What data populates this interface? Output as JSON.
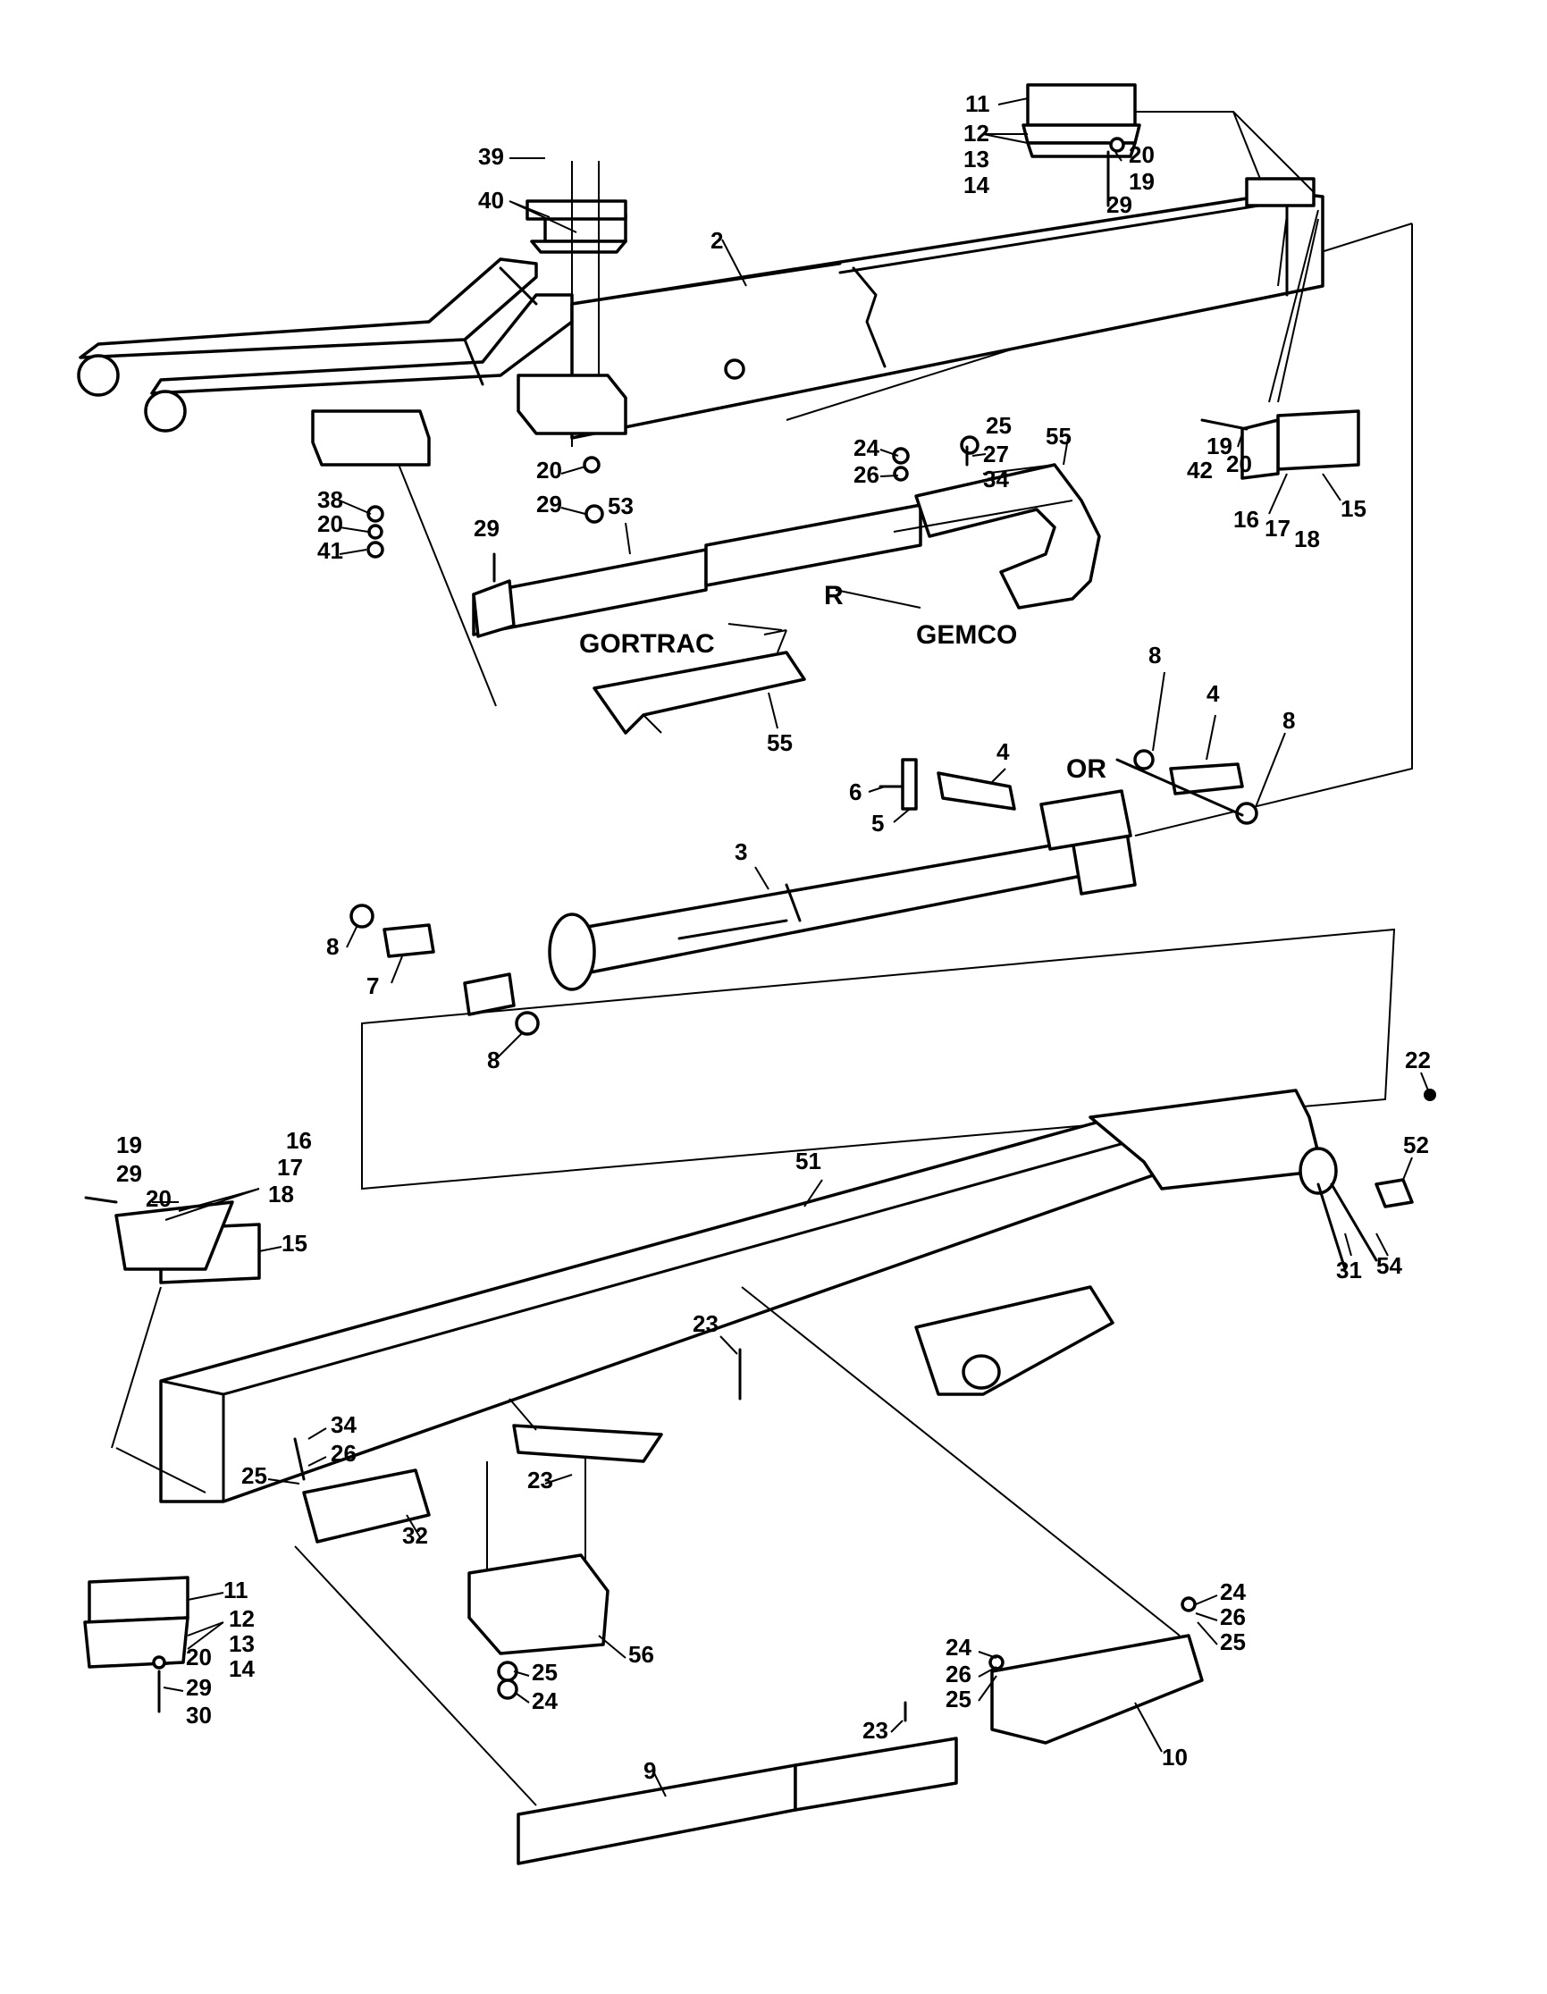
{
  "diagram": {
    "part_labels": {
      "p2": "2",
      "p3": "3",
      "p4a": "4",
      "p4b": "4",
      "p5": "5",
      "p6": "6",
      "p7": "7",
      "p8a": "8",
      "p8b": "8",
      "p8c": "8",
      "p8d": "8",
      "p9": "9",
      "p10": "10",
      "p11a": "11",
      "p12a": "12",
      "p13a": "13",
      "p14a": "14",
      "p11b": "11",
      "p12b": "12",
      "p13b": "13",
      "p14b": "14",
      "p15a": "15",
      "p15b": "15",
      "p16a": "16",
      "p17a": "17",
      "p18a": "18",
      "p16b": "16",
      "p17b": "17",
      "p18b": "18",
      "p19a": "19",
      "p19b": "19",
      "p19c": "19",
      "p20a": "20",
      "p20b": "20",
      "p20c": "20",
      "p20d": "20",
      "p20e": "20",
      "p20f": "20",
      "p22": "22",
      "p23a": "23",
      "p23b": "23",
      "p23c": "23",
      "p24a": "24",
      "p24b": "24",
      "p24c": "24",
      "p24d": "24",
      "p25a": "25",
      "p25b": "25",
      "p25c": "25",
      "p25d": "25",
      "p25e": "25",
      "p26a": "26",
      "p26b": "26",
      "p26c": "26",
      "p26d": "26",
      "p27": "27",
      "p29a": "29",
      "p29b": "29",
      "p29c": "29",
      "p29d": "29",
      "p29e": "29",
      "p30": "30",
      "p31": "31",
      "p32": "32",
      "p34a": "34",
      "p34b": "34",
      "p38": "38",
      "p39": "39",
      "p40": "40",
      "p41": "41",
      "p42": "42",
      "p51": "51",
      "p52": "52",
      "p53": "53",
      "p54": "54",
      "p55a": "55",
      "p55b": "55",
      "p56": "56"
    },
    "callouts": {
      "gortrac": "GORTRAC",
      "gemco": "GEMCO",
      "r": "R",
      "or": "OR"
    }
  }
}
